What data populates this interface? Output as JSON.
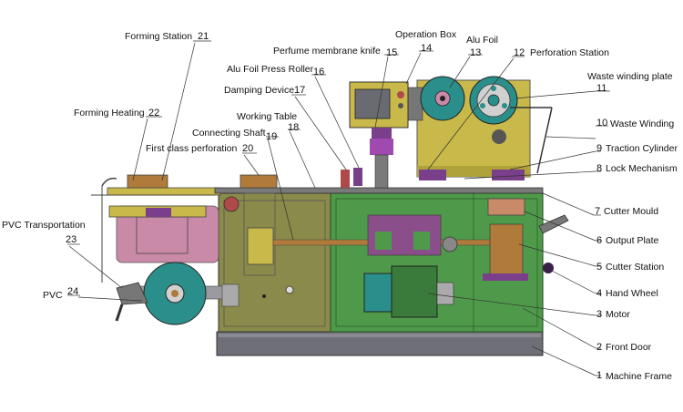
{
  "colors": {
    "frame_green": "#4f9a4a",
    "frame_dark": "#2c5d2a",
    "olive_panel": "#8a8a4a",
    "pink_heating": "#c98aa8",
    "yellow_housing": "#c9b94a",
    "teal_roll": "#2a8f8a",
    "purple_parts": "#7a3f8a",
    "base_gray": "#6f6f78"
  },
  "callouts": [
    {
      "id": "c21",
      "num": "21",
      "label": "Forming Station"
    },
    {
      "id": "c22",
      "num": "22",
      "label": "Forming Heating"
    },
    {
      "id": "c20",
      "num": "20",
      "label": "First class perforation"
    },
    {
      "id": "c23",
      "num": "23",
      "label": "PVC Transportation"
    },
    {
      "id": "c24",
      "num": "24",
      "label": "PVC"
    },
    {
      "id": "c19",
      "num": "19",
      "label": "Connecting Shaft"
    },
    {
      "id": "c18",
      "num": "18",
      "label": "Working Table"
    },
    {
      "id": "c17",
      "num": "17",
      "label": "Damping Device"
    },
    {
      "id": "c16",
      "num": "16",
      "label": "Alu Foil Press Roller"
    },
    {
      "id": "c15",
      "num": "15",
      "label": "Perfume membrane knife"
    },
    {
      "id": "c14",
      "num": "14",
      "label": "Operation Box"
    },
    {
      "id": "c13",
      "num": "13",
      "label": "Alu Foil"
    },
    {
      "id": "c12",
      "num": "12",
      "label": "Perforation Station"
    },
    {
      "id": "c11",
      "num": "11",
      "label": "Waste winding plate"
    },
    {
      "id": "c10",
      "num": "10",
      "label": "Waste Winding"
    },
    {
      "id": "c9",
      "num": "9",
      "label": "Traction Cylinder"
    },
    {
      "id": "c8",
      "num": "8",
      "label": "Lock Mechanism"
    },
    {
      "id": "c7",
      "num": "7",
      "label": "Cutter Mould"
    },
    {
      "id": "c6",
      "num": "6",
      "label": "Output Plate"
    },
    {
      "id": "c5",
      "num": "5",
      "label": "Cutter Station"
    },
    {
      "id": "c4",
      "num": "4",
      "label": "Hand Wheel"
    },
    {
      "id": "c3",
      "num": "3",
      "label": "Motor"
    },
    {
      "id": "c2",
      "num": "2",
      "label": "Front Door"
    },
    {
      "id": "c1",
      "num": "1",
      "label": "Machine Frame"
    }
  ]
}
